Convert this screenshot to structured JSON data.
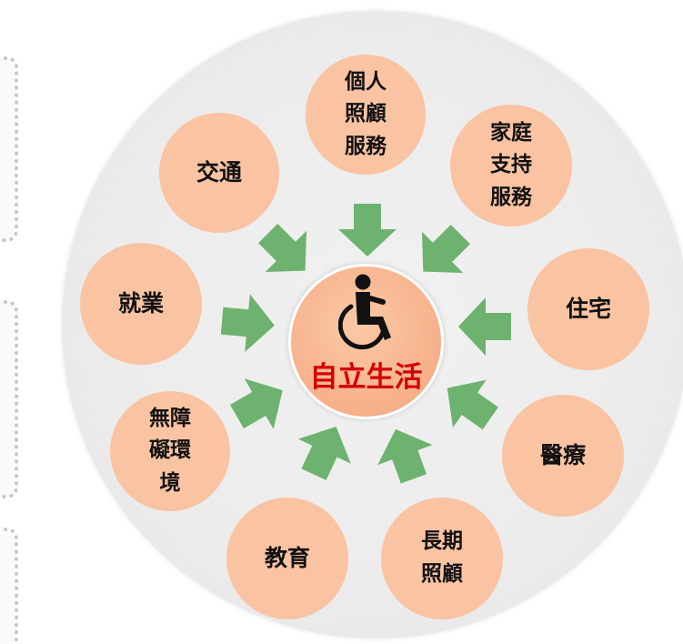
{
  "center": {
    "label": "自立生活",
    "icon": "wheelchair-icon"
  },
  "services": {
    "personal_care": "個人\n照顧\n服務",
    "family_support": "家庭\n支持\n服務",
    "transport": "交通",
    "employment": "就業",
    "housing": "住宅",
    "barrier_free": "無障\n礙環\n境",
    "medical": "醫療",
    "education": "教育",
    "long_term_care": "長期\n照顧"
  },
  "colors": {
    "bubble": "#fac3a2",
    "center": "#f6b08a",
    "center_text": "#d40000",
    "arrow": "#6db36f",
    "background_circle": "#ececec"
  }
}
